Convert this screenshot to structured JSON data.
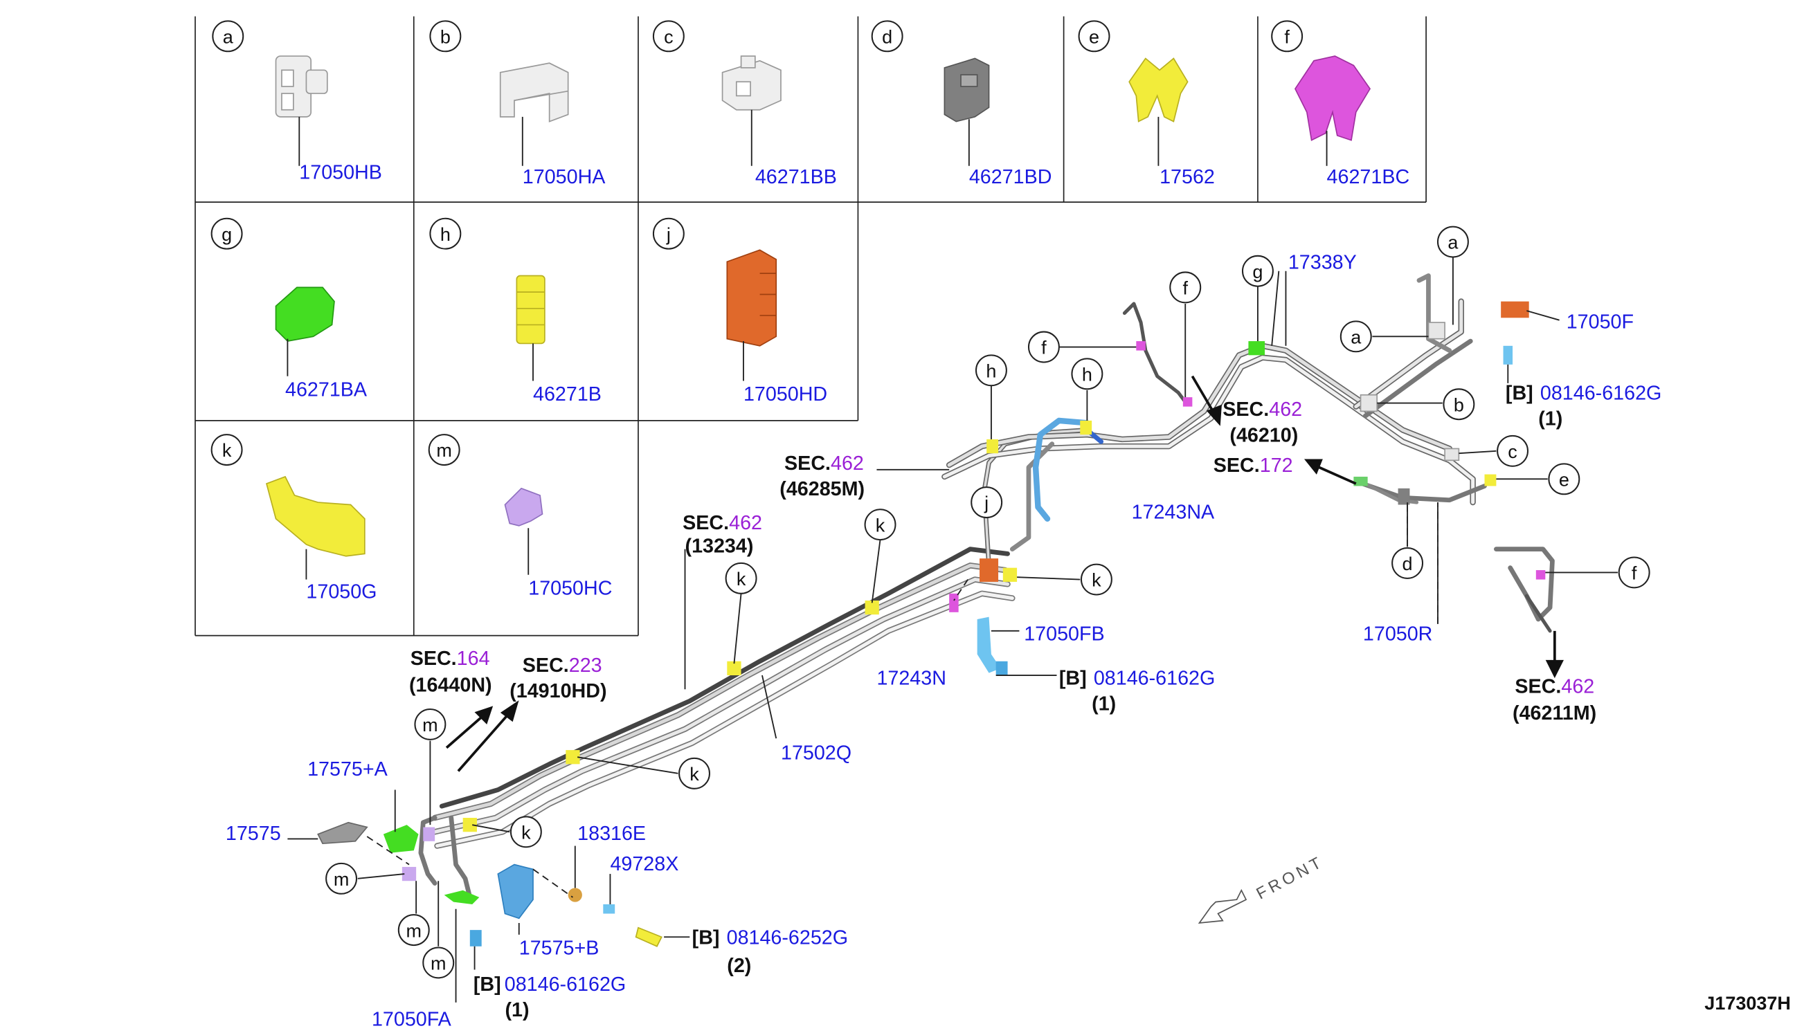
{
  "legend_cells": [
    {
      "letter": "a",
      "part": "17050HB",
      "color": "#e6e6e6"
    },
    {
      "letter": "b",
      "part": "17050HA",
      "color": "#e6e6e6"
    },
    {
      "letter": "c",
      "part": "46271BB",
      "color": "#e6e6e6"
    },
    {
      "letter": "d",
      "part": "46271BD",
      "color": "#808080"
    },
    {
      "letter": "e",
      "part": "17562",
      "color": "#f2ec3a"
    },
    {
      "letter": "f",
      "part": "46271BC",
      "color": "#dd55dd"
    },
    {
      "letter": "g",
      "part": "46271BA",
      "color": "#44dd22"
    },
    {
      "letter": "h",
      "part": "46271B",
      "color": "#f2ec3a"
    },
    {
      "letter": "j",
      "part": "17050HD",
      "color": "#e0692b"
    },
    {
      "letter": "k",
      "part": "17050G",
      "color": "#f2ec3a"
    },
    {
      "letter": "m",
      "part": "17050HC",
      "color": "#c9a8ee"
    }
  ],
  "sections": [
    {
      "prefix": "SEC.",
      "num": "462",
      "sub": "(46285M)"
    },
    {
      "prefix": "SEC.",
      "num": "462",
      "sub": "(46210)"
    },
    {
      "prefix": "SEC.",
      "num": "172",
      "sub": ""
    },
    {
      "prefix": "SEC.",
      "num": "462",
      "sub": "(46211M)"
    },
    {
      "prefix": "SEC.",
      "num": "164",
      "sub": "(16440N)"
    },
    {
      "prefix": "SEC.",
      "num": "223",
      "sub": "(14910HD)"
    },
    {
      "prefix": "SEC.",
      "num": "462",
      "sub": "(13234)"
    }
  ],
  "parts": {
    "p17338Y": "17338Y",
    "p17050F": "17050F",
    "p17243NA": "17243NA",
    "p17050FB": "17050FB",
    "p17243N": "17243N",
    "p17050R": "17050R",
    "p17502Q": "17502Q",
    "p17575A": "17575+A",
    "p17575": "17575",
    "p18316E": "18316E",
    "p49728X": "49728X",
    "p17575B": "17575+B",
    "p17050FA": "17050FA"
  },
  "bolts": [
    {
      "tag": "[B]",
      "part": "08146-6162G",
      "qty": "(1)"
    },
    {
      "tag": "[B]",
      "part": "08146-6162G",
      "qty": "(1)"
    },
    {
      "tag": "[B]",
      "part": "08146-6252G",
      "qty": "(2)"
    },
    {
      "tag": "[B]",
      "part": "08146-6162G",
      "qty": "(1)"
    }
  ],
  "callouts": {
    "a": "a",
    "b": "b",
    "c": "c",
    "d": "d",
    "e": "e",
    "f": "f",
    "g": "g",
    "h": "h",
    "j": "j",
    "k": "k",
    "m": "m"
  },
  "front_label": "FRONT",
  "diagram_id": "J173037H"
}
